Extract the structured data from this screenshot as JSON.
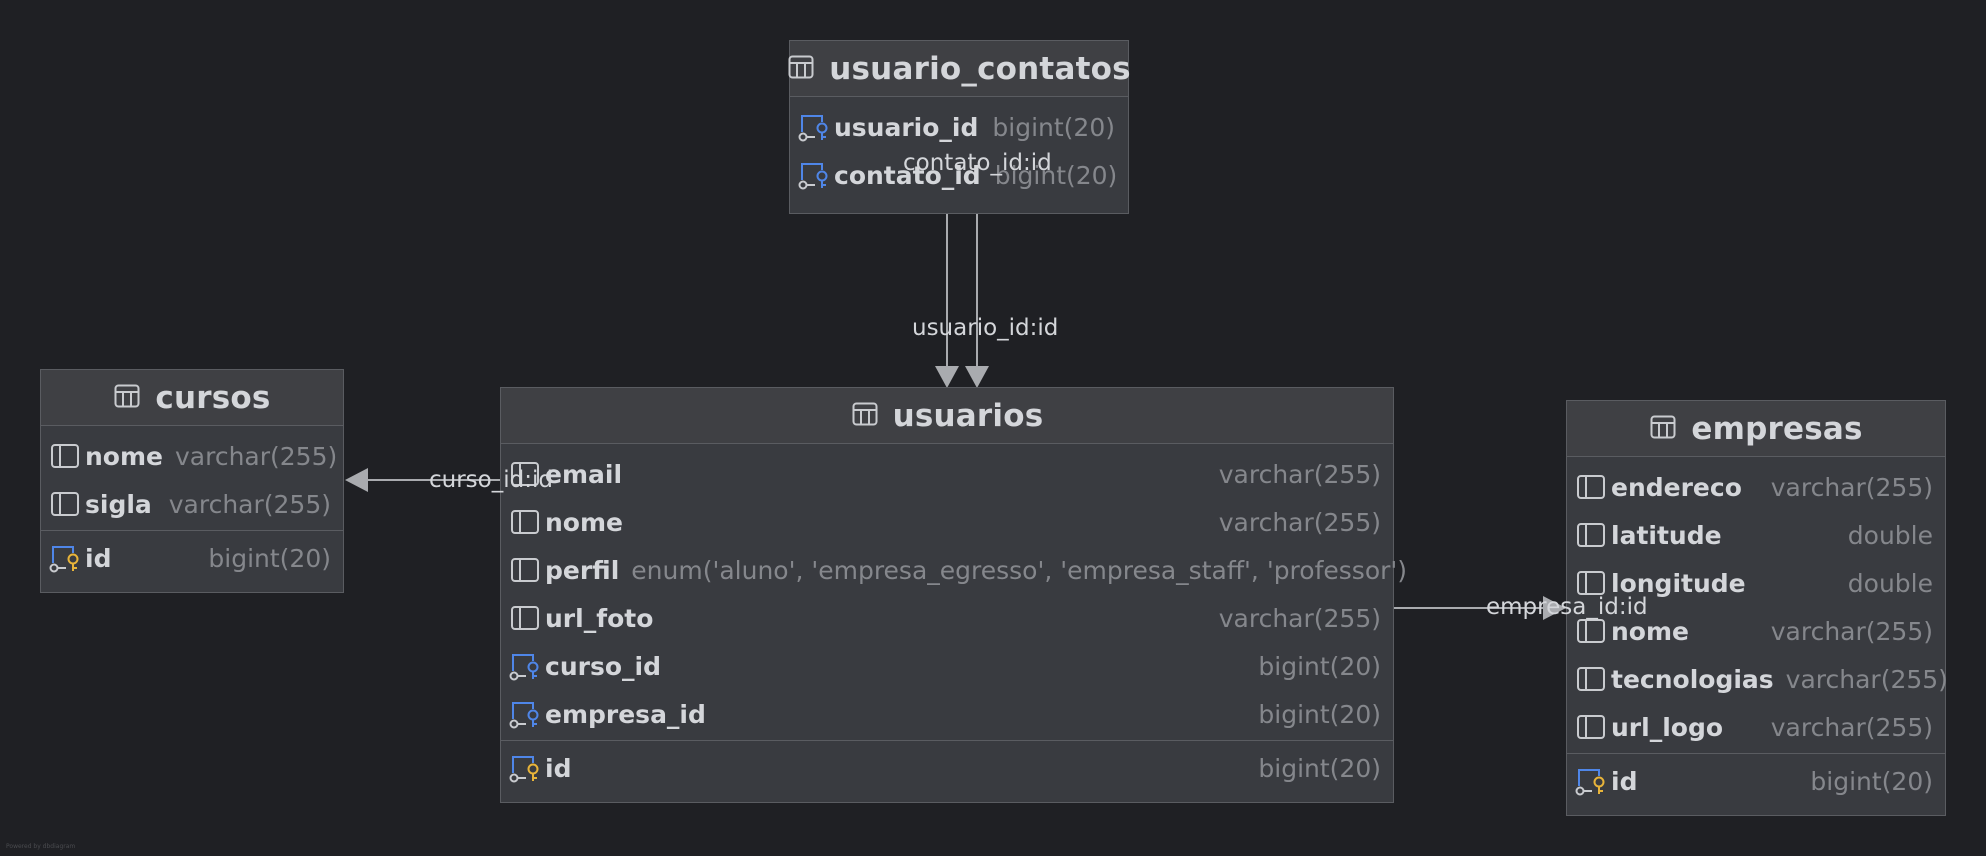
{
  "tables": {
    "usuario_contatos": {
      "name": "usuario_contatos",
      "columns": [
        {
          "name": "usuario_id",
          "type": "bigint(20)",
          "icon": "fk-icon"
        },
        {
          "name": "contato_id",
          "type": "bigint(20)",
          "icon": "fk-icon"
        }
      ]
    },
    "cursos": {
      "name": "cursos",
      "columns": [
        {
          "name": "nome",
          "type": "varchar(255)",
          "icon": "column-icon"
        },
        {
          "name": "sigla",
          "type": "varchar(255)",
          "icon": "column-icon"
        }
      ],
      "keys": [
        {
          "name": "id",
          "type": "bigint(20)",
          "icon": "pk-icon"
        }
      ]
    },
    "usuarios": {
      "name": "usuarios",
      "columns": [
        {
          "name": "email",
          "type": "varchar(255)",
          "icon": "column-icon"
        },
        {
          "name": "nome",
          "type": "varchar(255)",
          "icon": "column-icon"
        },
        {
          "name": "perfil",
          "type": "enum('aluno', 'empresa_egresso', 'empresa_staff', 'professor')",
          "icon": "column-icon"
        },
        {
          "name": "url_foto",
          "type": "varchar(255)",
          "icon": "column-icon"
        },
        {
          "name": "curso_id",
          "type": "bigint(20)",
          "icon": "fk-icon"
        },
        {
          "name": "empresa_id",
          "type": "bigint(20)",
          "icon": "fk-icon"
        }
      ],
      "keys": [
        {
          "name": "id",
          "type": "bigint(20)",
          "icon": "pk-icon"
        }
      ]
    },
    "empresas": {
      "name": "empresas",
      "columns": [
        {
          "name": "endereco",
          "type": "varchar(255)",
          "icon": "column-icon"
        },
        {
          "name": "latitude",
          "type": "double",
          "icon": "column-icon"
        },
        {
          "name": "longitude",
          "type": "double",
          "icon": "column-icon"
        },
        {
          "name": "nome",
          "type": "varchar(255)",
          "icon": "column-icon"
        },
        {
          "name": "tecnologias",
          "type": "varchar(255)",
          "icon": "column-icon"
        },
        {
          "name": "url_logo",
          "type": "varchar(255)",
          "icon": "column-icon"
        }
      ],
      "keys": [
        {
          "name": "id",
          "type": "bigint(20)",
          "icon": "pk-icon"
        }
      ]
    }
  },
  "relations": [
    {
      "label": "contato_id:id",
      "from": "usuario_contatos",
      "to": "usuarios"
    },
    {
      "label": "usuario_id:id",
      "from": "usuario_contatos",
      "to": "usuarios"
    },
    {
      "label": "curso_id:id",
      "from": "usuarios",
      "to": "cursos"
    },
    {
      "label": "empresa_id:id",
      "from": "usuarios",
      "to": "empresas"
    }
  ],
  "footer": {
    "watermark": "Powered by dbdiagram"
  },
  "colors": {
    "background": "#1f2024",
    "table_body": "#393b40",
    "table_header": "#3f4044",
    "border": "#5a5c61",
    "column_name": "#d4d6da",
    "column_type": "#85878c",
    "fk_key": "#4f86e8",
    "pk_key": "#e8b43a",
    "edge": "#a9abaf"
  }
}
